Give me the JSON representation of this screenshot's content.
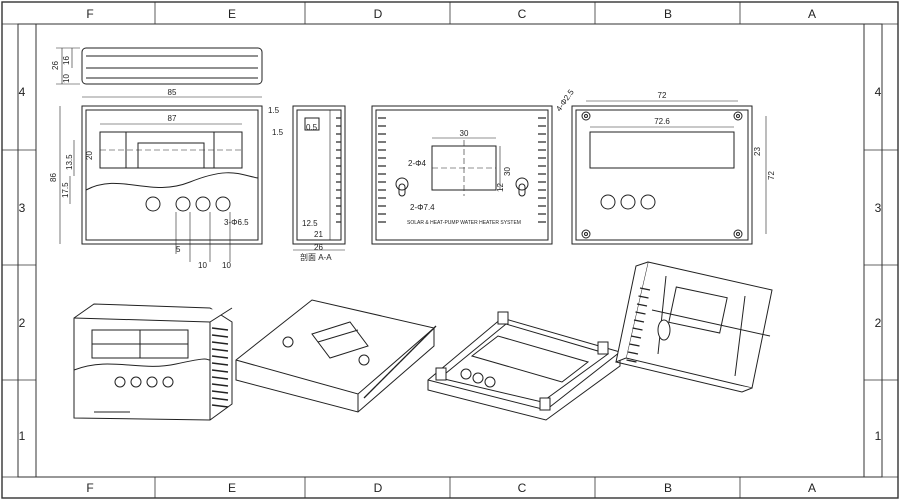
{
  "drawing": {
    "columns": [
      "F",
      "E",
      "D",
      "C",
      "B",
      "A"
    ],
    "rows": [
      "4",
      "3",
      "2",
      "1"
    ],
    "title_block_text": "SOLAR & HEAT-PUMP WATER HEATER SYSTEM",
    "section_label": "剖面 A-A"
  },
  "dims": {
    "top_height_26": "26",
    "top_height_16": "16",
    "top_height_10": "10",
    "front_width": "85",
    "front_87": "87",
    "front_height": "86",
    "front_20": "20",
    "front_13_5": "13.5",
    "front_17_5": "17.5",
    "front_5": "5",
    "front_10a": "10",
    "front_10b": "10",
    "front_hole": "3-Φ6.5",
    "front_1_5": "1.5",
    "side_1_5": "1.5",
    "side_0_5": "0.5",
    "side_12_5": "12.5",
    "side_21": "21",
    "side_26": "26",
    "back_30w": "30",
    "back_30h": "30",
    "back_12": "12",
    "back_slot": "2-Φ4",
    "back_slot2": "2-Φ7.4",
    "inner_hole": "4-Φ2.5",
    "inner_72w": "72",
    "inner_72_6": "72.6",
    "inner_23": "23",
    "inner_72h": "72"
  }
}
